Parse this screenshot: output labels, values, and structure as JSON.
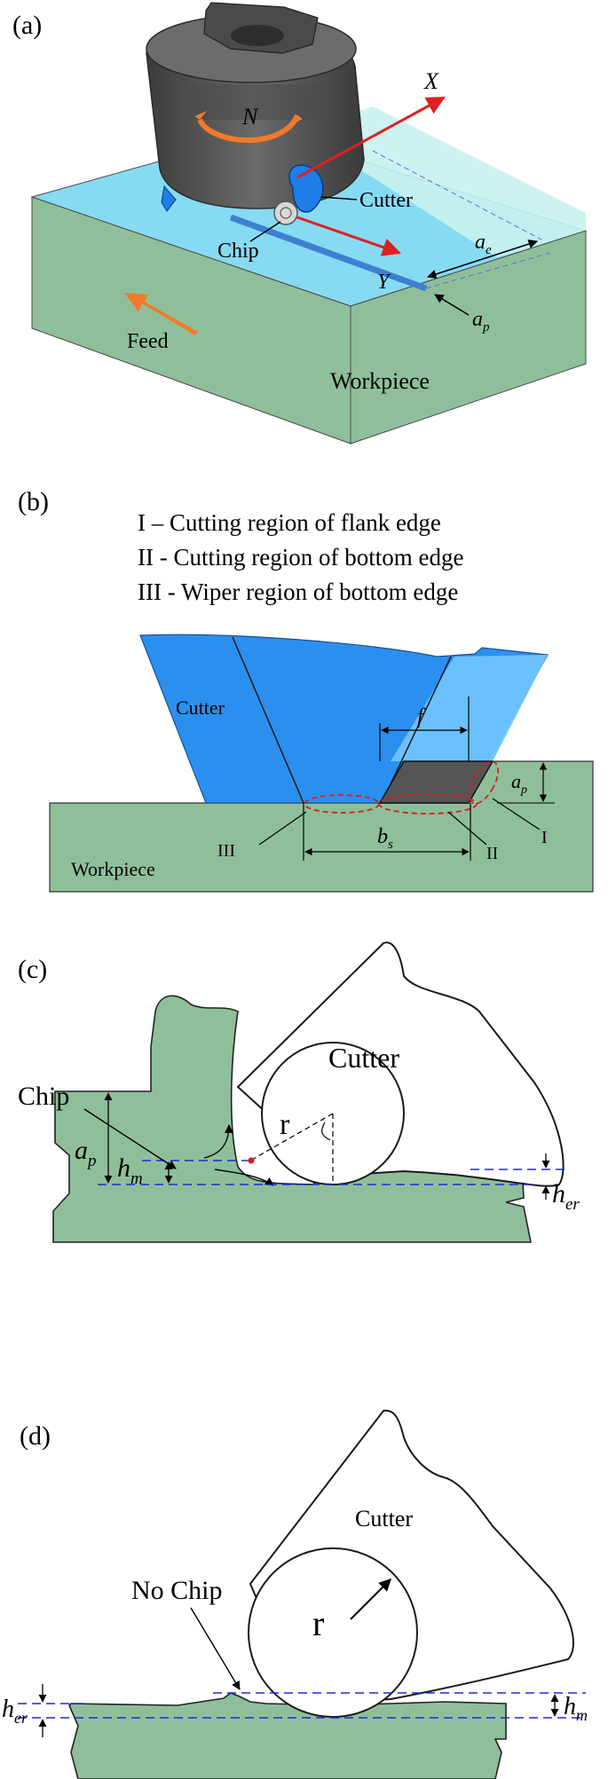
{
  "panels": {
    "a": {
      "label": "(a)",
      "rotation": "N",
      "x_axis": "X",
      "y_axis": "Y",
      "cutter": "Cutter",
      "chip": "Chip",
      "ae_base": "a",
      "ae_sub": "e",
      "ap_base": "a",
      "ap_sub": "p",
      "feed": "Feed",
      "workpiece": "Workpiece"
    },
    "b": {
      "label": "(b)",
      "legend": [
        "I – Cutting region of flank edge",
        "II - Cutting region of bottom edge",
        "III - Wiper region of bottom edge"
      ],
      "cutter": "Cutter",
      "workpiece": "Workpiece",
      "f": "f",
      "ap_base": "a",
      "ap_sub": "p",
      "bs_base": "b",
      "bs_sub": "s",
      "region_I": "I",
      "region_II": "II",
      "region_III": "III"
    },
    "c": {
      "label": "(c)",
      "cutter": "Cutter",
      "chip": "Chip",
      "r": "r",
      "ap_base": "a",
      "ap_sub": "p",
      "hm_base": "h",
      "hm_sub": "m",
      "her_base": "h",
      "her_sub": "er"
    },
    "d": {
      "label": "(d)",
      "cutter": "Cutter",
      "no_chip": "No Chip",
      "r": "r",
      "her_base": "h",
      "her_sub": "er",
      "hm_base": "h",
      "hm_sub": "m"
    }
  },
  "colors": {
    "workpiece": "#8fbf9a",
    "workpiece_top": "#7fd8f0",
    "cutter_blue": "#2b8ff0",
    "cutter_light": "#6fc4ff",
    "body_gray": "#5a5a5a",
    "axis_red": "#e02020",
    "feed_orange": "#f07b2a",
    "dash_blue": "#1d2bd8",
    "dash_red": "#d81d1d"
  }
}
